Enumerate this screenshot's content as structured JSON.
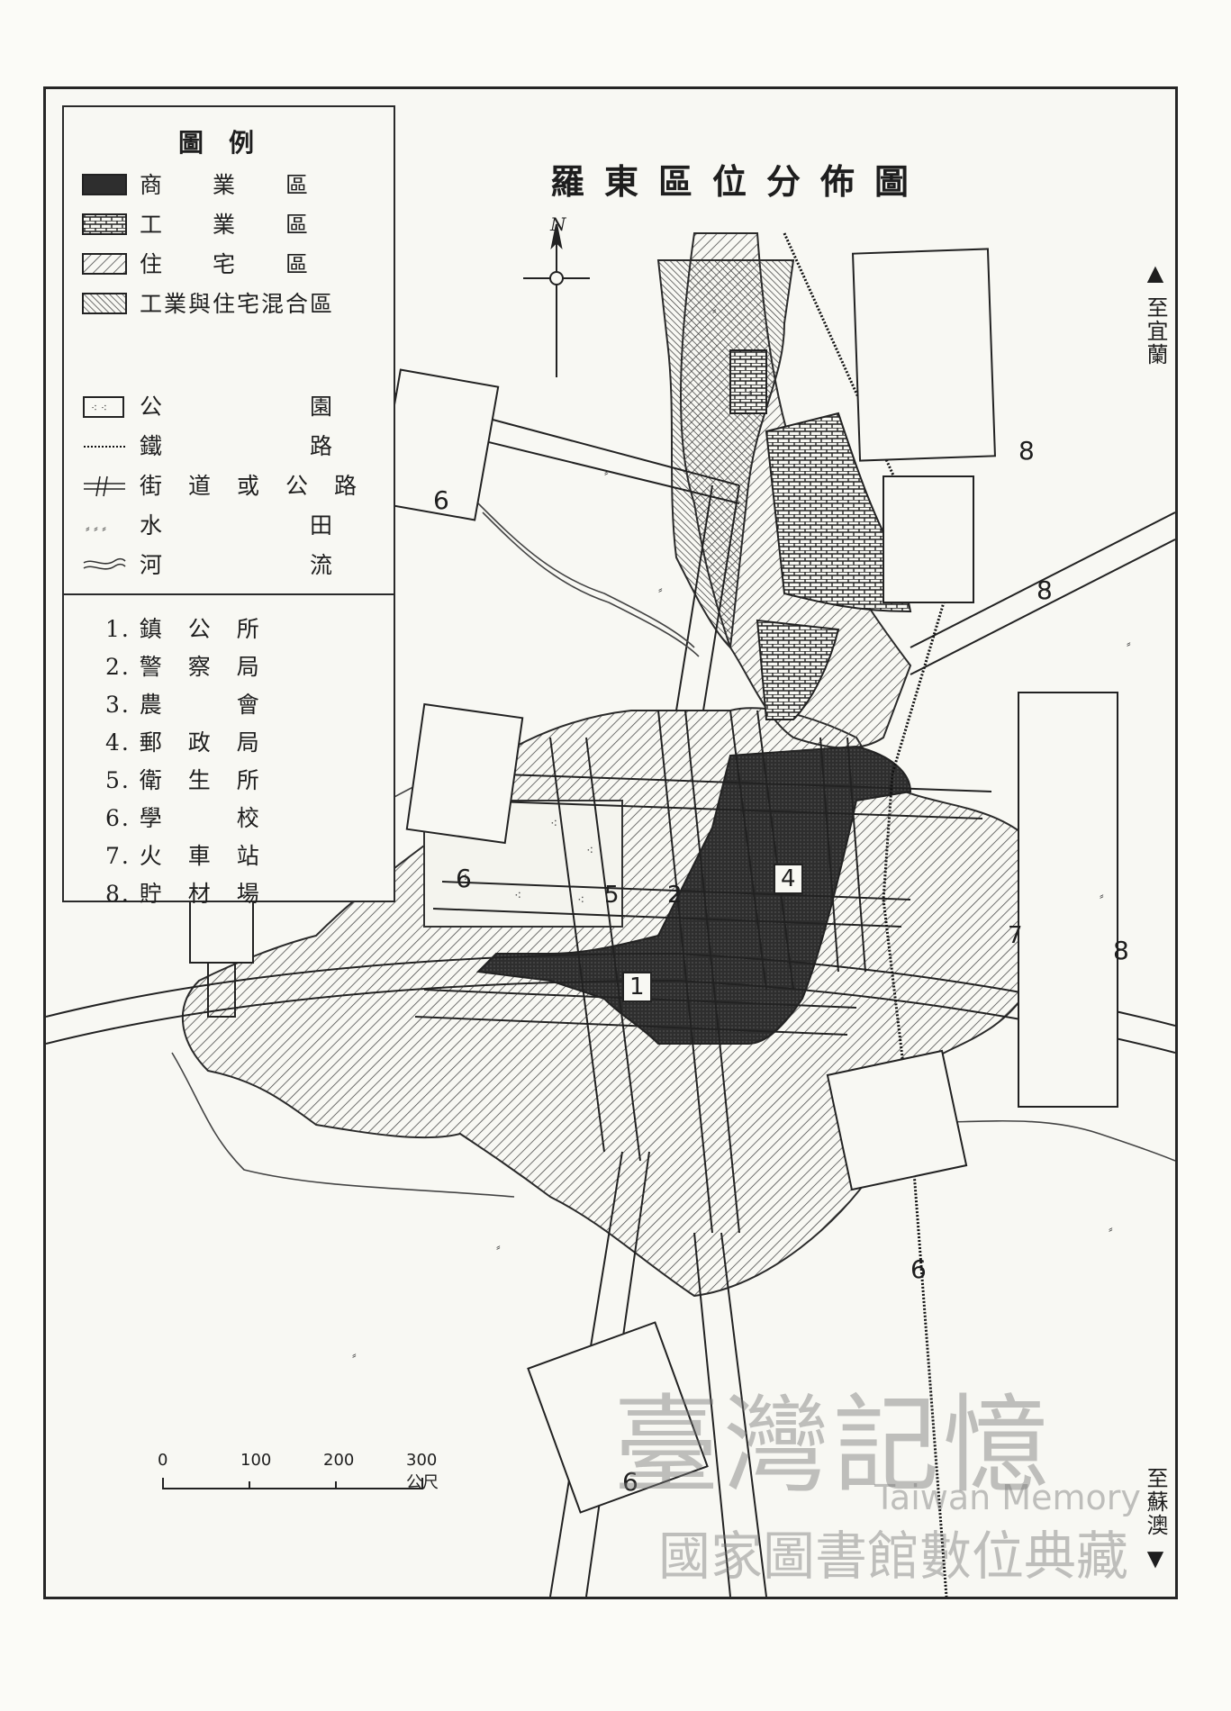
{
  "map_title": "羅東區位分佈圖",
  "legend": {
    "title": "圖例",
    "zones": [
      {
        "label": "商　　業　　區",
        "pattern": "commercial"
      },
      {
        "label": "工　　業　　區",
        "pattern": "industrial"
      },
      {
        "label": "住　　宅　　區",
        "pattern": "residential"
      },
      {
        "label": "工業與住宅混合區",
        "pattern": "mixed"
      }
    ],
    "symbols": [
      {
        "label": "公　　　　　　園",
        "icon": "park-icon"
      },
      {
        "label": "鐵　　　　　　路",
        "icon": "railway-icon"
      },
      {
        "label": "街　道　或　公　路",
        "icon": "street-icon"
      },
      {
        "label": "水　　　　　　田",
        "icon": "paddy-icon"
      },
      {
        "label": "河　　　　　　流",
        "icon": "river-icon"
      }
    ],
    "numbered": [
      "1. 鎮　公　所",
      "2. 警　察　局",
      "3. 農　　　會",
      "4. 郵　政　局",
      "5. 衛　生　所",
      "6. 學　　　校",
      "7. 火　車　站",
      "8. 貯　材　場"
    ]
  },
  "north_label": "N",
  "direction_labels": {
    "to_yilan": "至宜蘭",
    "to_suao": "至蘇澳"
  },
  "map_markers": [
    "1",
    "2",
    "4",
    "5",
    "6",
    "6",
    "6",
    "6",
    "7",
    "8",
    "8",
    "8"
  ],
  "scale": {
    "ticks": [
      "0",
      "100",
      "200",
      "300 公尺"
    ]
  },
  "watermark": {
    "main": "臺灣記憶",
    "en": "Taiwan Memory",
    "sub": "國家圖書館數位典藏"
  },
  "colors": {
    "ink": "#1e1e1e",
    "paper": "#f8f8f3",
    "commercial": "#3a3a3a",
    "residential_hatch": "#555555"
  }
}
